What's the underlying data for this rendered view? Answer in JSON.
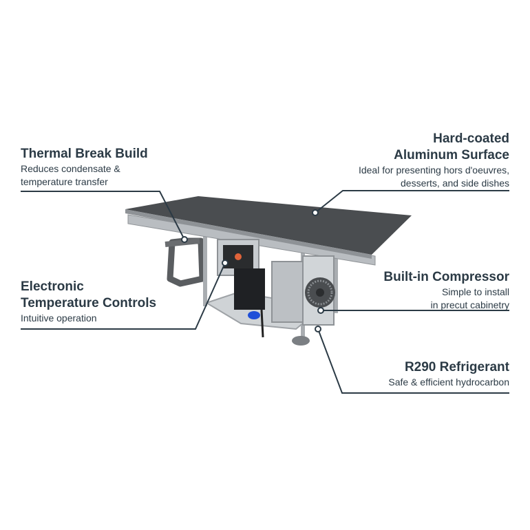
{
  "callouts": {
    "thermal": {
      "title": "Thermal Break Build",
      "sub1": "Reduces condensate &",
      "sub2": "temperature transfer"
    },
    "surface": {
      "title1": "Hard-coated",
      "title2": "Aluminum Surface",
      "sub1": "Ideal for presenting hors d'oeuvres,",
      "sub2": "desserts, and side dishes"
    },
    "controls": {
      "title1": "Electronic",
      "title2": "Temperature Controls",
      "sub1": "Intuitive operation"
    },
    "compressor": {
      "title": "Built-in Compressor",
      "sub1": "Simple to install",
      "sub2": "in precut cabinetry"
    },
    "refrigerant": {
      "title": "R290 Refrigerant",
      "sub1": "Safe & efficient hydrocarbon"
    }
  },
  "colors": {
    "text": "#2b3a45",
    "line": "#2b3a45",
    "top": "#4a4d50",
    "steel": "#b9bdc1"
  },
  "icons": [
    "callout-dot-icon",
    "blue-knob-icon",
    "fan-icon"
  ]
}
